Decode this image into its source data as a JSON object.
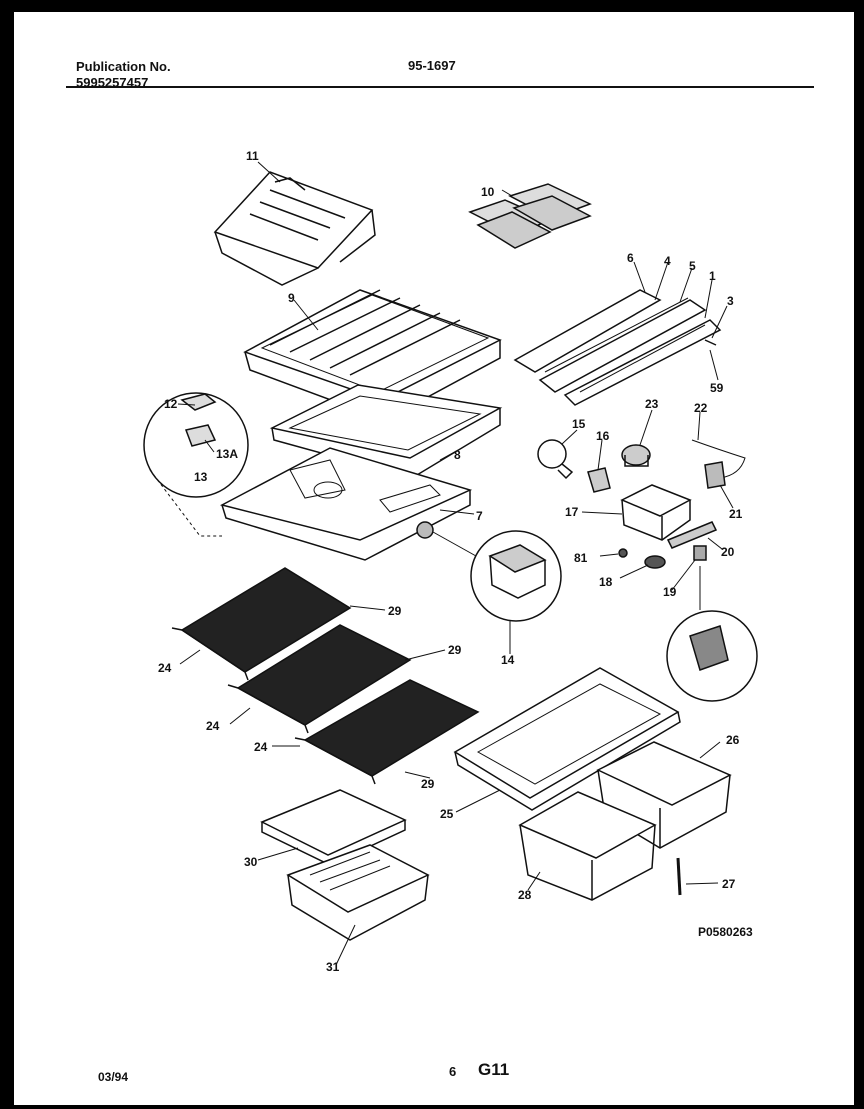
{
  "header": {
    "pub_label": "Publication No.",
    "pub_number": "5995257457",
    "model": "95-1697"
  },
  "diagram_ref": "P0580263",
  "footer": {
    "date": "03/94",
    "page": "6",
    "section": "G11"
  },
  "callouts": [
    "11",
    "10",
    "9",
    "6",
    "4",
    "5",
    "1",
    "3",
    "59",
    "12",
    "13A",
    "13",
    "8",
    "7",
    "15",
    "16",
    "23",
    "22",
    "21",
    "17",
    "81",
    "18",
    "19",
    "20",
    "14",
    "29",
    "24",
    "25",
    "26",
    "28",
    "27",
    "30",
    "31"
  ]
}
